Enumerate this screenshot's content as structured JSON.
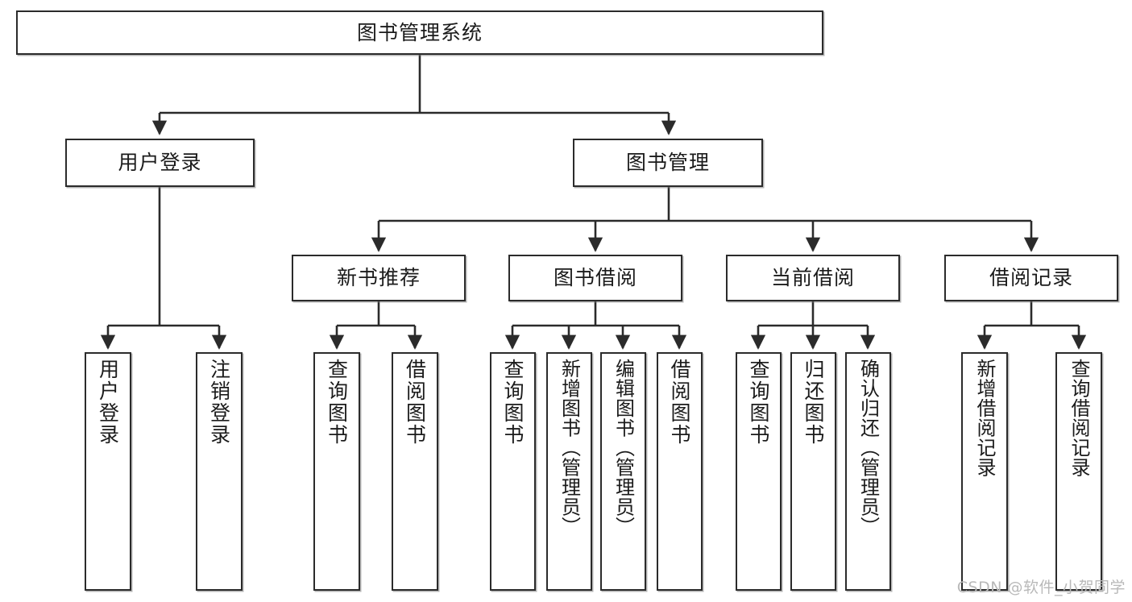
{
  "diagram": {
    "title": "图书管理系统",
    "type": "tree-hierarchy",
    "watermark": "CSDN @软件_小贺同学",
    "colors": {
      "box_border": "#2b2b2b",
      "box_fill": "#ffffff",
      "edge": "#2b2b2b",
      "text": "#1b1b1b",
      "watermark": "#b9b9b9"
    },
    "nodes": {
      "root": {
        "label": "图书管理系统",
        "level": 1
      },
      "user_login": {
        "label": "用户登录",
        "level": 2
      },
      "book_mgmt": {
        "label": "图书管理",
        "level": 2
      },
      "new_book_rec": {
        "label": "新书推荐",
        "level": 3
      },
      "book_borrow": {
        "label": "图书借阅",
        "level": 3
      },
      "current_borrow": {
        "label": "当前借阅",
        "level": 3
      },
      "borrow_record": {
        "label": "借阅记录",
        "level": 3
      },
      "leaf_user_login": {
        "label": "用户登录",
        "level": 4
      },
      "leaf_logout_login": {
        "label": "注销登录",
        "level": 4
      },
      "leaf_query_book_1": {
        "label": "查询图书",
        "level": 4
      },
      "leaf_borrow_book_1": {
        "label": "借阅图书",
        "level": 4
      },
      "leaf_query_book_2": {
        "label": "查询图书",
        "level": 4
      },
      "leaf_add_book": {
        "label": "新增图书（管理员）",
        "level": 4
      },
      "leaf_edit_book": {
        "label": "编辑图书（管理员）",
        "level": 4
      },
      "leaf_borrow_book_2": {
        "label": "借阅图书",
        "level": 4
      },
      "leaf_query_book_3": {
        "label": "查询图书",
        "level": 4
      },
      "leaf_return_book": {
        "label": "归还图书",
        "level": 4
      },
      "leaf_confirm_return": {
        "label": "确认归还（管理员）",
        "level": 4
      },
      "leaf_add_record": {
        "label": "新增借阅记录",
        "level": 4
      },
      "leaf_query_record": {
        "label": "查询借阅记录",
        "level": 4
      }
    },
    "edges": [
      {
        "from": "root",
        "to": "user_login"
      },
      {
        "from": "root",
        "to": "book_mgmt"
      },
      {
        "from": "user_login",
        "to": "leaf_user_login"
      },
      {
        "from": "user_login",
        "to": "leaf_logout_login"
      },
      {
        "from": "book_mgmt",
        "to": "new_book_rec"
      },
      {
        "from": "book_mgmt",
        "to": "book_borrow"
      },
      {
        "from": "book_mgmt",
        "to": "current_borrow"
      },
      {
        "from": "book_mgmt",
        "to": "borrow_record"
      },
      {
        "from": "new_book_rec",
        "to": "leaf_query_book_1"
      },
      {
        "from": "new_book_rec",
        "to": "leaf_borrow_book_1"
      },
      {
        "from": "book_borrow",
        "to": "leaf_query_book_2"
      },
      {
        "from": "book_borrow",
        "to": "leaf_add_book"
      },
      {
        "from": "book_borrow",
        "to": "leaf_edit_book"
      },
      {
        "from": "book_borrow",
        "to": "leaf_borrow_book_2"
      },
      {
        "from": "current_borrow",
        "to": "leaf_query_book_3"
      },
      {
        "from": "current_borrow",
        "to": "leaf_return_book"
      },
      {
        "from": "current_borrow",
        "to": "leaf_confirm_return"
      },
      {
        "from": "borrow_record",
        "to": "leaf_add_record"
      },
      {
        "from": "borrow_record",
        "to": "leaf_query_record"
      }
    ]
  }
}
